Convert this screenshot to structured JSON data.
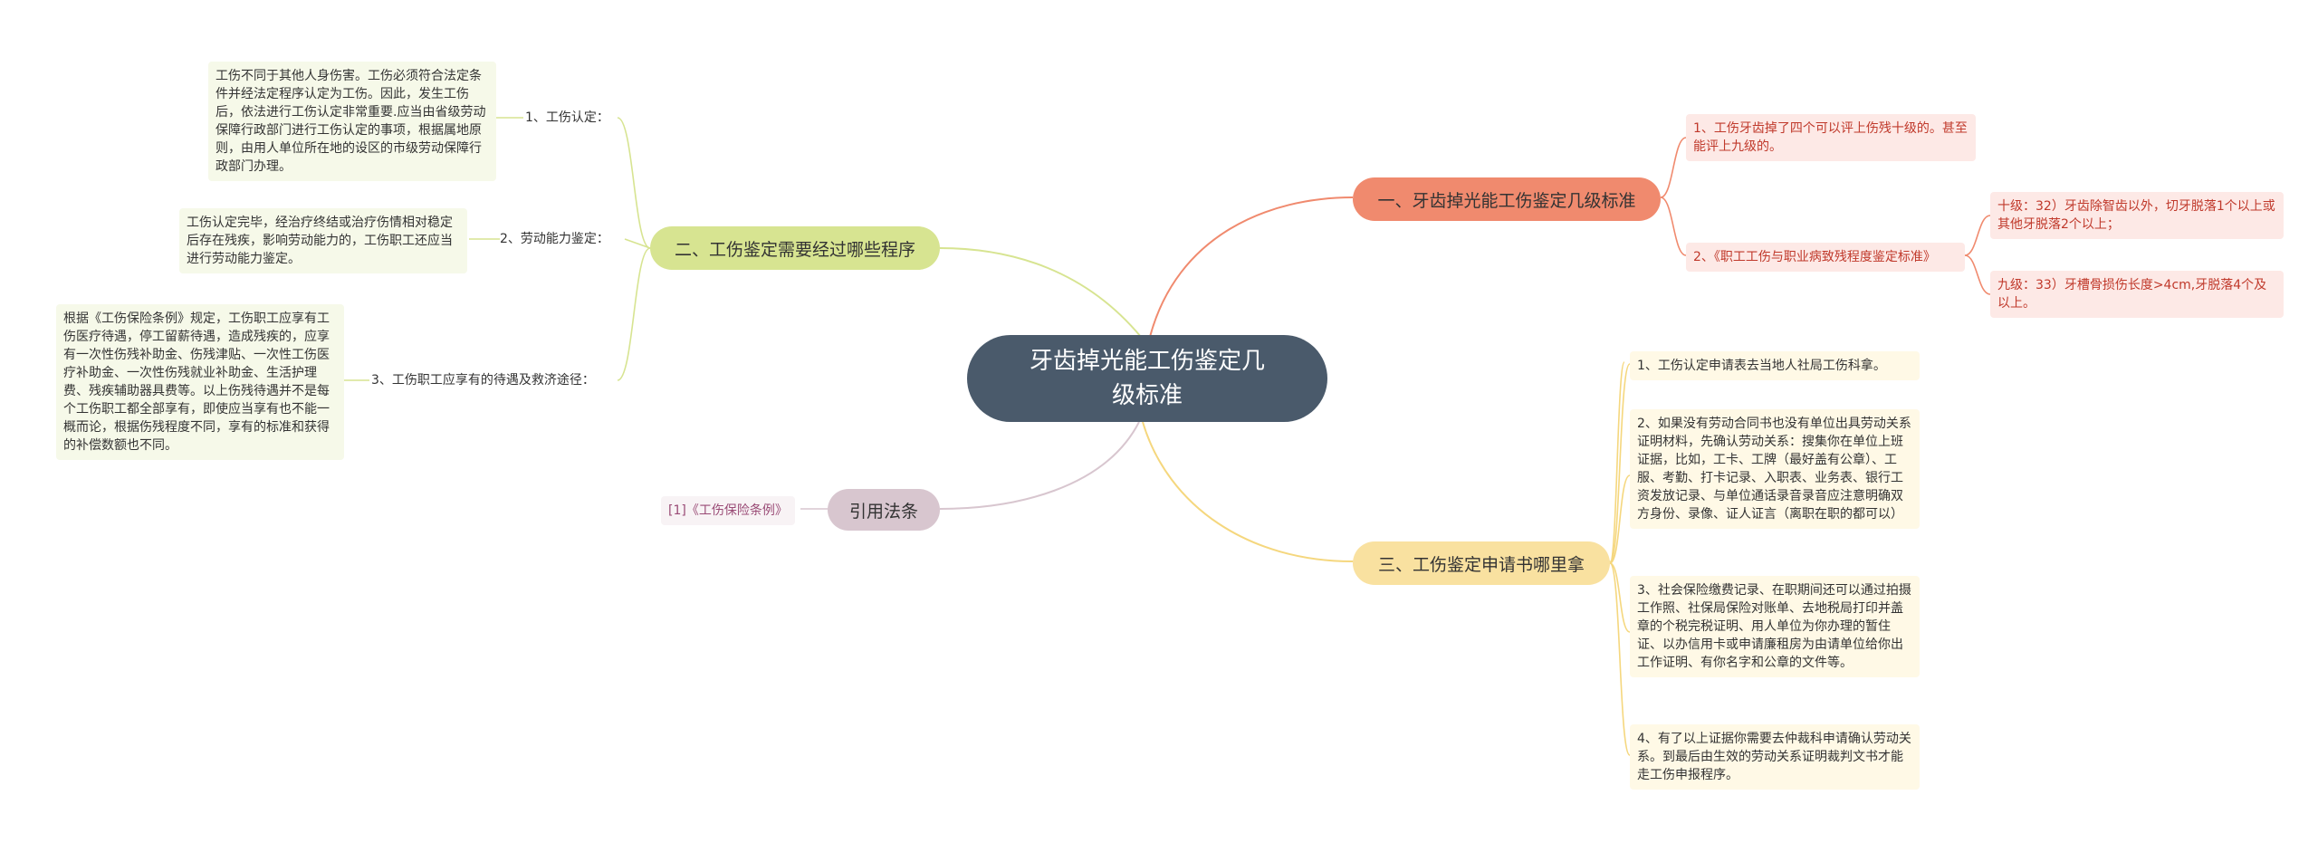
{
  "center": {
    "title": "牙齿掉光能工伤鉴定几级标准"
  },
  "branch1": {
    "title": "一、牙齿掉光能工伤鉴定几级标准",
    "color": "#f08a6e",
    "item1": "1、工伤牙齿掉了四个可以评上伤残十级的。甚至能评上九级的。",
    "item2": "2、《职工工伤与职业病致残程度鉴定标准》",
    "sub1": "十级：32）牙齿除智齿以外，切牙脱落1个以上或其他牙脱落2个以上；",
    "sub2": "九级：33）牙槽骨损伤长度>4cm,牙脱落4个及以上。"
  },
  "branch2": {
    "title": "二、工伤鉴定需要经过哪些程序",
    "color": "#d7e491",
    "label1": "1、工伤认定：",
    "text1": "工伤不同于其他人身伤害。工伤必须符合法定条件并经法定程序认定为工伤。因此，发生工伤后，依法进行工伤认定非常重要.应当由省级劳动保障行政部门进行工伤认定的事项，根据属地原则，由用人单位所在地的设区的市级劳动保障行政部门办理。",
    "label2": "2、劳动能力鉴定：",
    "text2": "工伤认定完毕，经治疗终结或治疗伤情相对稳定后存在残疾，影响劳动能力的，工伤职工还应当进行劳动能力鉴定。",
    "label3": "3、工伤职工应享有的待遇及救济途径：",
    "text3": "根据《工伤保险条例》规定，工伤职工应享有工伤医疗待遇，停工留薪待遇，造成残疾的，应享有一次性伤残补助金、伤残津贴、一次性工伤医疗补助金、一次性伤残就业补助金、生活护理费、残疾辅助器具费等。以上伤残待遇并不是每个工伤职工都全部享有，即使应当享有也不能一概而论，根据伤残程度不同，享有的标准和获得的补偿数额也不同。"
  },
  "branch3": {
    "title": "三、工伤鉴定申请书哪里拿",
    "color": "#f9e1a0",
    "item1": "1、工伤认定申请表去当地人社局工伤科拿。",
    "item2": "2、如果没有劳动合同书也没有单位出具劳动关系证明材料，先确认劳动关系：搜集你在单位上班证据，比如，工卡、工牌（最好盖有公章）、工服、考勤、打卡记录、入职表、业务表、银行工资发放记录、与单位通话录音录音应注意明确双方身份、录像、证人证言（离职在职的都可以）",
    "item3": "3、社会保险缴费记录、在职期间还可以通过拍摄工作照、社保局保险对账单、去地税局打印并盖章的个税完税证明、用人单位为你办理的暂住证、以办信用卡或申请廉租房为由请单位给你出工作证明、有你名字和公章的文件等。",
    "item4": "4、有了以上证据你需要去仲裁科申请确认劳动关系。到最后由生效的劳动关系证明裁判文书才能走工伤申报程序。"
  },
  "branch4": {
    "title": "引用法条",
    "color": "#d8c6cf",
    "item1": "[1]《工伤保险条例》"
  }
}
